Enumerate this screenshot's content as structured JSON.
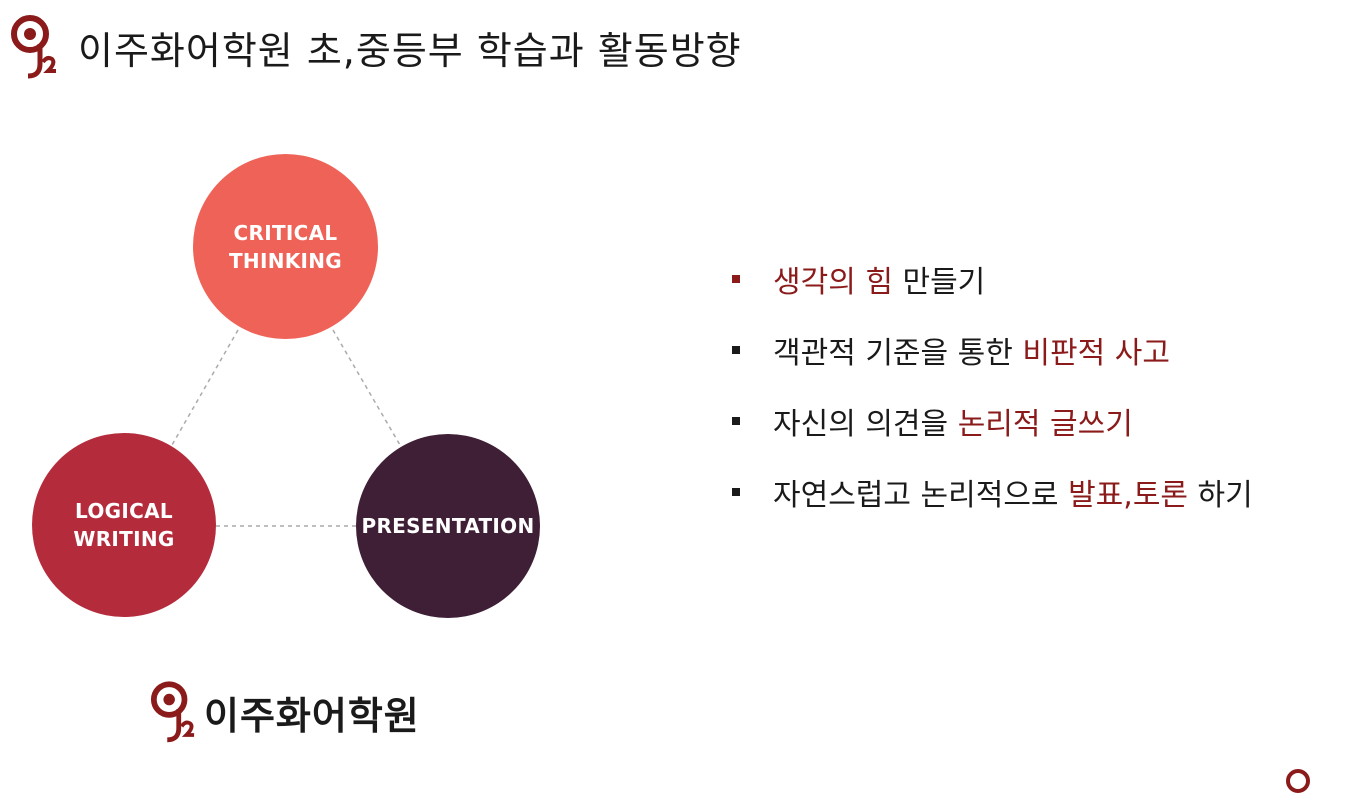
{
  "header": {
    "title": "이주화어학원 초,중등부 학습과 활동방향",
    "logo_icon": "j2-logo-icon"
  },
  "colors": {
    "accent": "#8b1a1a",
    "critical_thinking": "#ef6257",
    "logical_writing": "#b42c3c",
    "presentation": "#3e1f35"
  },
  "diagram": {
    "critical": "CRITICAL\nTHINKING",
    "logical": "LOGICAL\nWRITING",
    "presentation": "PRESENTATION"
  },
  "bullets": [
    {
      "highlight": "생각의 힘",
      "rest": " 만들기",
      "marker_color": "#8b1a1a"
    },
    {
      "before": "객관적 기준을 통한 ",
      "highlight": "비판적 사고",
      "marker_color": "#1a1a1a"
    },
    {
      "before": "자신의 의견을 ",
      "highlight": "논리적 글쓰기",
      "marker_color": "#1a1a1a"
    },
    {
      "before": "자연스럽고 논리적으로 ",
      "highlight": "발표,토론",
      "rest": " 하기",
      "marker_color": "#1a1a1a"
    }
  ],
  "footer": {
    "brand": "이주화어학원"
  }
}
